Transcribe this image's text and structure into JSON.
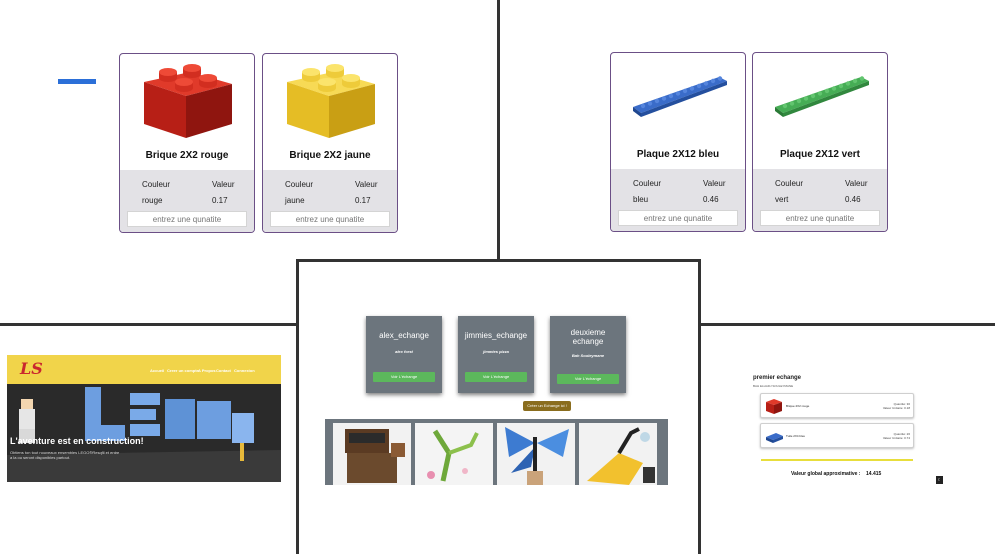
{
  "products_left": [
    {
      "name": "Brique 2X2 rouge",
      "color_header": "Couleur",
      "value_header": "Valeur",
      "color": "rouge",
      "value": "0.17",
      "qty_placeholder": "entrez une qunatite",
      "brick_color": "#c8231b"
    },
    {
      "name": "Brique 2X2 jaune",
      "color_header": "Couleur",
      "value_header": "Valeur",
      "color": "jaune",
      "value": "0.17",
      "qty_placeholder": "entrez une qunatite",
      "brick_color": "#f0c83a"
    }
  ],
  "products_right": [
    {
      "name": "Plaque 2X12 bleu",
      "color_header": "Couleur",
      "value_header": "Valeur",
      "color": "bleu",
      "value": "0.46",
      "qty_placeholder": "entrez une qunatite",
      "brick_color": "#2f5fb3"
    },
    {
      "name": "Plaque 2X12 vert",
      "color_header": "Couleur",
      "value_header": "Valeur",
      "color": "vert",
      "value": "0.46",
      "qty_placeholder": "entrez une qunatite",
      "brick_color": "#3b9a49"
    }
  ],
  "site": {
    "logo": "LS",
    "menu": [
      "Accueil",
      "Creer un compte",
      "A Propos",
      "Contact",
      "Connexion"
    ],
    "hero_title": "L'aventure est en construction!",
    "hero_text": "Obtiens ton tout nouveaux ensembles LEGO®Resqfil et entre a la ou seront disponibles partout."
  },
  "exchanges": {
    "cards": [
      {
        "title": "alex_echange",
        "author": "alex forst",
        "button": "Voir L'échange"
      },
      {
        "title": "jimmies_echange",
        "author": "jimmies pizza",
        "button": "Voir L'échange"
      },
      {
        "title": "deuxieme echange",
        "author": "Bah Souleymane",
        "button": "Voir L'échange"
      }
    ],
    "create_button": "Créer un Echange ici !"
  },
  "detail": {
    "title": "premier echange",
    "subtitle": "BAH ELHADJ SOULEYMANE",
    "items": [
      {
        "name": "Brique 2X2 rouge",
        "qty": "Quantité: 30",
        "value": "Valeur Unitaire: 0.18"
      },
      {
        "name": "Tuile 2X4 bleu",
        "qty": "Quantité: 26",
        "value": "Valeur Unitaire: 0.74"
      }
    ],
    "total_label": "Valeur global approximative :",
    "total_value": "14.415",
    "icon_name": "moon-icon"
  }
}
